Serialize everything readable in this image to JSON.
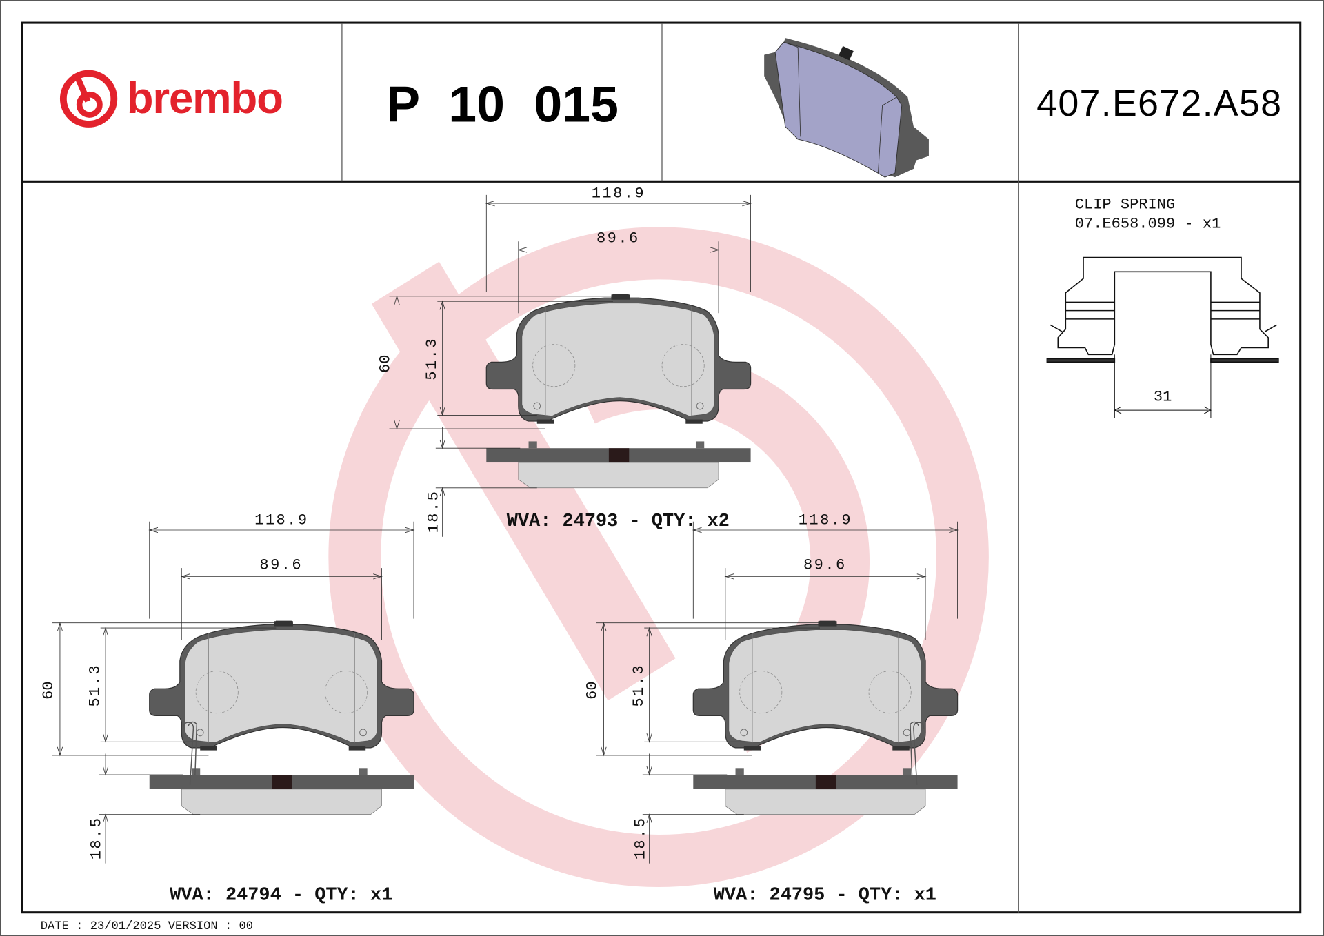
{
  "header": {
    "brand": "brembo",
    "brand_color": "#e3222c",
    "part_number": "P 10 015",
    "reference_code": "407.E672.A58"
  },
  "accessory": {
    "title": "CLIP SPRING",
    "code_line": "07.E658.099 - x1",
    "dimension": "31"
  },
  "pads": [
    {
      "id": "top",
      "width_overall": "118.9",
      "width_friction": "89.6",
      "height_overall": "60",
      "height_friction": "51.3",
      "thickness": "18.5",
      "caption": "WVA: 24793 - QTY: x2",
      "has_wear_clip": "none"
    },
    {
      "id": "bottom-left",
      "width_overall": "118.9",
      "width_friction": "89.6",
      "height_overall": "60",
      "height_friction": "51.3",
      "thickness": "18.5",
      "caption": "WVA: 24794 - QTY: x1",
      "has_wear_clip": "left"
    },
    {
      "id": "bottom-right",
      "width_overall": "118.9",
      "width_friction": "89.6",
      "height_overall": "60",
      "height_friction": "51.3",
      "thickness": "18.5",
      "caption": "WVA: 24795 - QTY: x1",
      "has_wear_clip": "right"
    }
  ],
  "footer": {
    "date_version": "DATE : 23/01/2025 VERSION : 00"
  },
  "colors": {
    "backing_plate": "#5b5b5b",
    "friction": "#d6d6d6",
    "watermark": "#f7d6d9",
    "pad3d_face": "#a3a3c8",
    "pad3d_edge": "#595959"
  }
}
